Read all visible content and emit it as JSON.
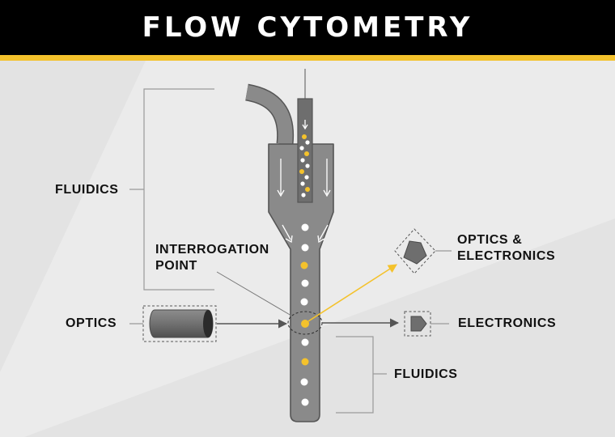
{
  "title": "FLOW CYTOMETRY",
  "labels": {
    "fluidics_top": "FLUIDICS",
    "interrogation_point": "INTERROGATION\nPOINT",
    "optics": "OPTICS",
    "optics_electronics": "OPTICS &\nELECTRONICS",
    "electronics": "ELECTRONICS",
    "fluidics_bottom": "FLUIDICS"
  },
  "colors": {
    "header_bg": "#000000",
    "accent": "#f4c22c",
    "background": "#e3e3e3",
    "tube": "#8a8a8a",
    "tube_outline": "#555555",
    "inner_channel": "#d0d0d0",
    "cell_white": "#ffffff",
    "cell_yellow": "#f4c22c",
    "detector": "#6e6e6e",
    "bracket": "#9a9a9a"
  }
}
